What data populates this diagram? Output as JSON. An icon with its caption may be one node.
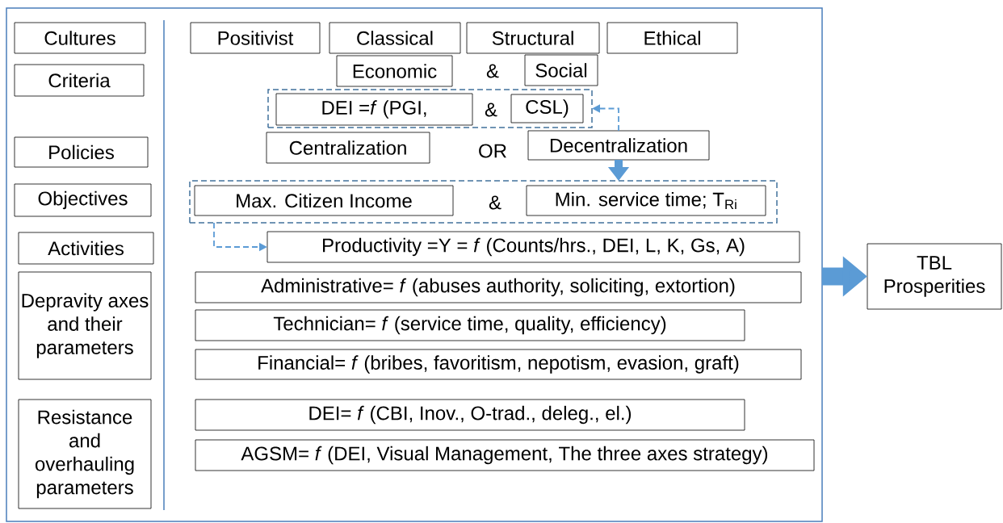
{
  "diagram": {
    "nodes": [
      {
        "text": [],
        "shape": "box"
      },
      {
        "text": [
          "Cultures"
        ],
        "in": 0
      },
      {
        "text": [
          "Positivist"
        ],
        "in": 0
      },
      {
        "text": [
          "Classical"
        ],
        "in": 0
      },
      {
        "text": [
          "Structural"
        ],
        "in": 0
      },
      {
        "text": [
          "Ethical"
        ],
        "in": 0
      },
      {
        "text": [
          "Criteria"
        ],
        "in": 0
      },
      {
        "text": [
          "Economic"
        ],
        "in": 0
      },
      {
        "text": [
          "Social"
        ],
        "in": 0
      },
      {
        "text": [],
        "shape": "box",
        "in": 0
      },
      {
        "text": [
          "DEI =*f* (PGI,"
        ],
        "in": 9
      },
      {
        "text": [
          "CSL)"
        ],
        "in": 9
      },
      {
        "text": [
          "Policies"
        ],
        "in": 0
      },
      {
        "text": [
          "Centralization"
        ],
        "in": 0
      },
      {
        "text": [
          "Decentralization"
        ],
        "in": 0
      },
      {
        "text": [
          "Objectives"
        ],
        "in": 0
      },
      {
        "text": [],
        "shape": "box",
        "in": 0
      },
      {
        "text": [
          "Max. Citizen Income"
        ],
        "in": 16
      },
      {
        "text": [
          "Min. service time; T$_{Ri}$"
        ],
        "in": 16
      },
      {
        "text": [
          "Activities"
        ],
        "in": 0
      },
      {
        "text": [
          "Productivity =Y = *f* (Counts/hrs., DEI, L, K, Gs, A)"
        ],
        "in": 0
      },
      {
        "text": [
          "Depravity axes and their parameters"
        ],
        "in": 0
      },
      {
        "text": [
          "Administrative= *f* (abuses authority, soliciting, extortion)"
        ],
        "in": 0
      },
      {
        "text": [
          "Technician= *f* (service time, quality, efficiency)"
        ],
        "in": 0
      },
      {
        "text": [
          "Financial= *f* (bribes, favoritism, nepotism, evasion, graft)"
        ],
        "in": 0
      },
      {
        "text": [
          "Resistance and overhauling parameters"
        ],
        "in": 0
      },
      {
        "text": [
          "DEI= *f* (CBI, Inov., O-trad., deleg., el.)"
        ],
        "in": 0
      },
      {
        "text": [
          "AGSM= *f* (DEI, Visual Management, The three axes strategy)"
        ],
        "in": 0
      },
      {
        "text": [
          "TBL Prosperities"
        ]
      }
    ],
    "edges": [
      {
        "from": 14,
        "to": 9,
        "arrow": "to",
        "style": "dashed",
        "color": "#5b9bd5"
      },
      {
        "from": 14,
        "to": 16,
        "arrow": "to",
        "style": "thick",
        "color": "#5b9bd5"
      },
      {
        "from": 16,
        "to": 20,
        "arrow": "to",
        "style": "dashed",
        "color": "#5b9bd5"
      },
      {
        "from": 0,
        "to": 28,
        "arrow": "to",
        "style": "thick",
        "color": "#5b9bd5"
      }
    ],
    "labels": [
      "&",
      "&",
      "OR",
      "&"
    ]
  }
}
